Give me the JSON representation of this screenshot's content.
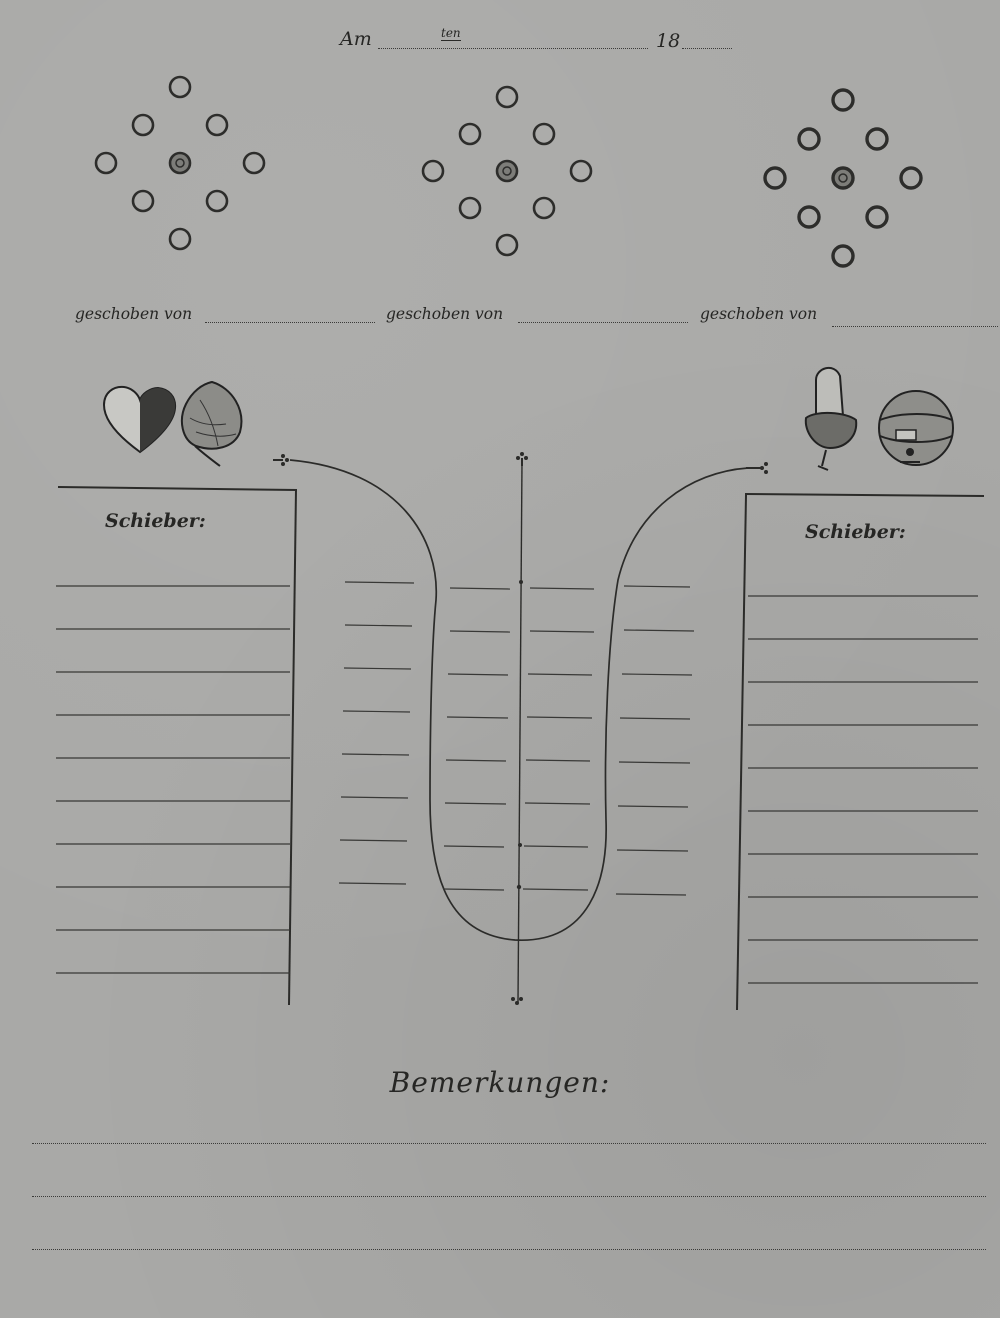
{
  "header": {
    "am_label": "Am",
    "ten_label": "ten",
    "year_prefix": "18"
  },
  "formations": [
    {
      "label": "geschoben von",
      "line_value": ""
    },
    {
      "label": "geschoben von",
      "line_value": ""
    },
    {
      "label": "geschoben von",
      "line_value": ""
    }
  ],
  "left_panel": {
    "title": "Schieber:",
    "emblems": [
      "heart-suit-icon",
      "leaf-suit-icon"
    ],
    "row_count": 10
  },
  "right_panel": {
    "title": "Schieber:",
    "emblems": [
      "acorn-suit-icon",
      "bell-suit-icon"
    ],
    "row_count": 10
  },
  "remarks": {
    "title": "Bemerkungen:",
    "line_count": 3
  },
  "colors": {
    "paper": "#a9a9a7",
    "ink": "#262624"
  }
}
